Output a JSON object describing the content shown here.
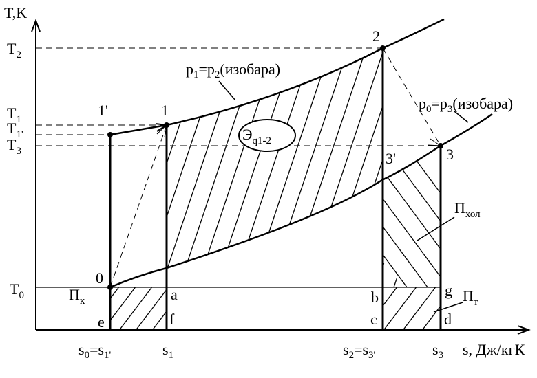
{
  "axes": {
    "y_label": "T,K",
    "x_label": "s, Дж/кгК"
  },
  "y_ticks": [
    {
      "main": "T",
      "sub": "2"
    },
    {
      "main": "T",
      "sub": "1"
    },
    {
      "main": "T",
      "sub": "1'"
    },
    {
      "main": "T",
      "sub": "3"
    },
    {
      "main": "T",
      "sub": "0"
    }
  ],
  "x_ticks": {
    "s0": {
      "main": "s",
      "sub": "0"
    },
    "s0_eq": "=",
    "s1p": {
      "main": "s",
      "sub": "1'"
    },
    "s1": {
      "main": "s",
      "sub": "1"
    },
    "s2": {
      "main": "s",
      "sub": "2"
    },
    "s2_eq": "=",
    "s3p": {
      "main": "s",
      "sub": "3'"
    },
    "s3": {
      "main": "s",
      "sub": "3"
    }
  },
  "points": {
    "p0": "0",
    "p1": "1",
    "p1prime": "1'",
    "p2": "2",
    "p3": "3",
    "p3prime": "3'",
    "a": "a",
    "b": "b",
    "c": "c",
    "d": "d",
    "e": "e",
    "f": "f",
    "g": "g"
  },
  "isobars": {
    "upper": {
      "p": "p",
      "s1": "1",
      "eq": "=p",
      "s2": "2",
      "rest": "(изобара)"
    },
    "lower": {
      "p": "p",
      "s1": "0",
      "eq": "=p",
      "s2": "3",
      "rest": "(изобара)"
    }
  },
  "areas": {
    "work": {
      "main": "Э",
      "sub": "q1-2"
    },
    "cold": {
      "main": "П",
      "sub": "хол"
    },
    "k": {
      "main": "П",
      "sub": "к"
    },
    "t": {
      "main": "П",
      "sub": "т"
    }
  }
}
